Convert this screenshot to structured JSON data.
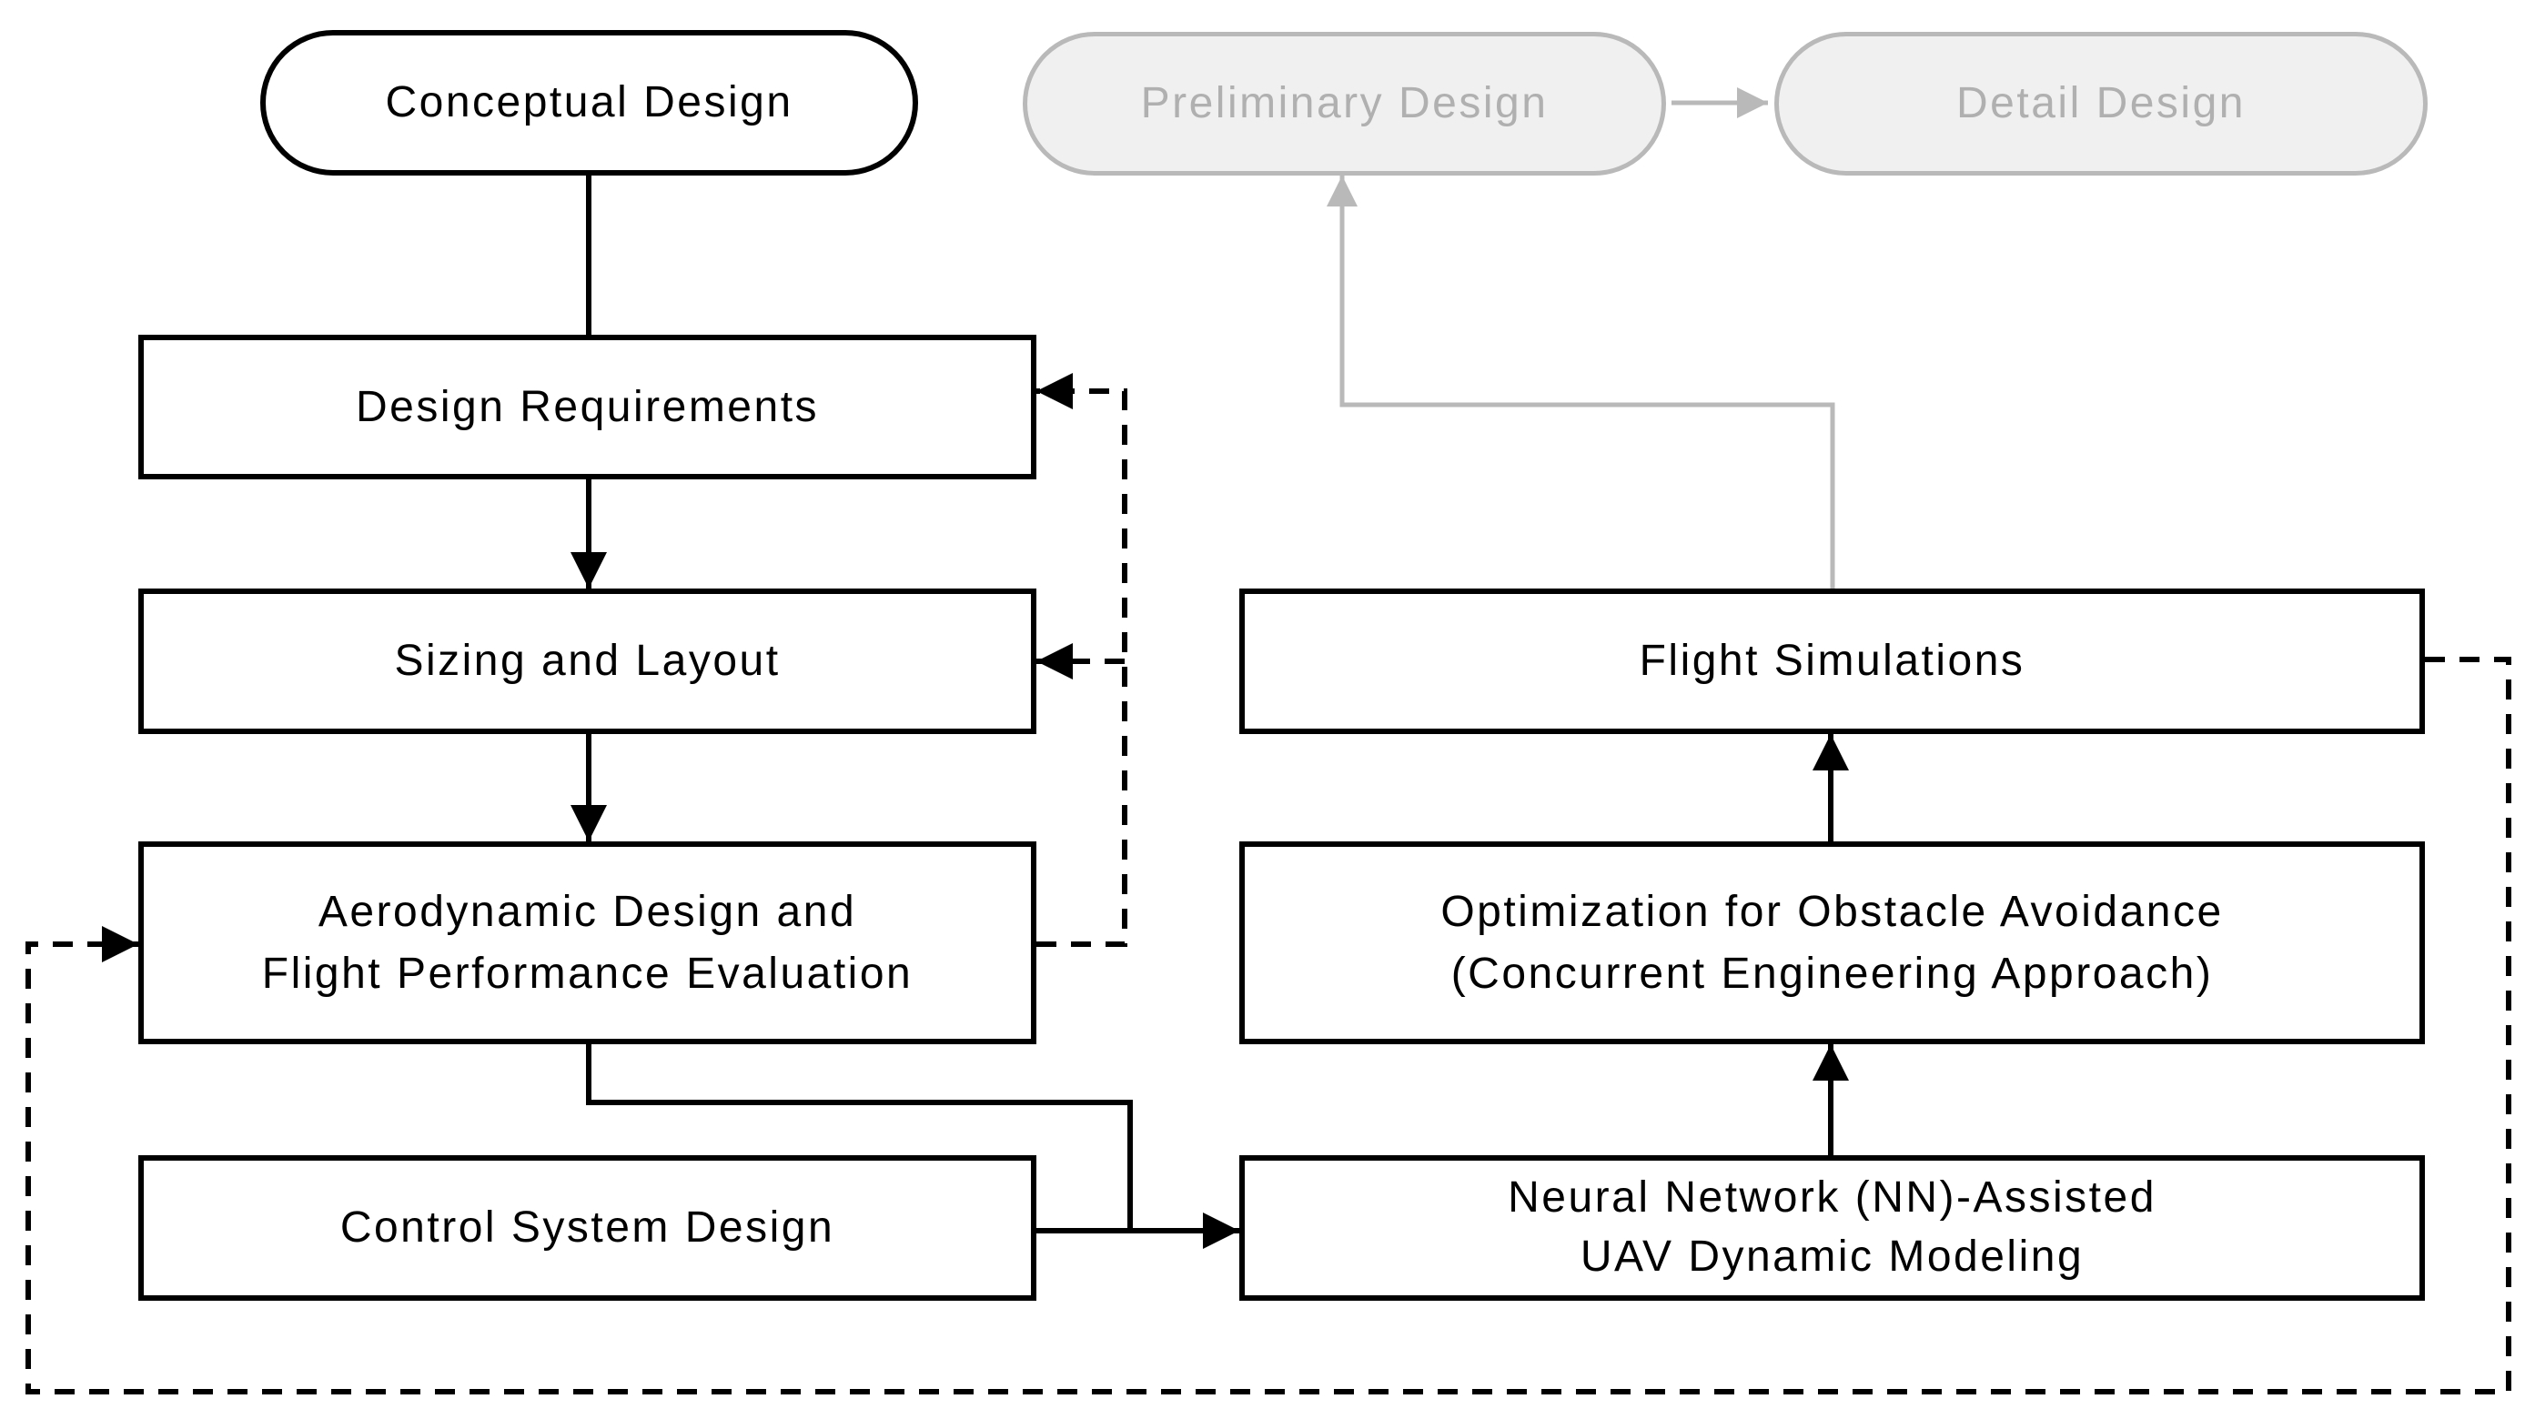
{
  "colors": {
    "line": "#000000",
    "node_fill": "#ffffff",
    "text": "#000000",
    "inactive_stroke": "#b9b9b9",
    "inactive_fill": "#f0f0f0",
    "inactive_text": "#b0b0b0",
    "background": "#ffffff"
  },
  "nodes": {
    "conceptual": {
      "label": "Conceptual Design"
    },
    "preliminary": {
      "label": "Preliminary Design"
    },
    "detail": {
      "label": "Detail Design"
    },
    "requirements": {
      "label": "Design Requirements"
    },
    "sizing": {
      "label": "Sizing and Layout"
    },
    "aero": {
      "line1": "Aerodynamic Design and",
      "line2": "Flight Performance Evaluation"
    },
    "control": {
      "label": "Control System Design"
    },
    "flight_sim": {
      "label": "Flight Simulations"
    },
    "optimization": {
      "line1": "Optimization for Obstacle Avoidance",
      "line2": "(Concurrent Engineering Approach)"
    },
    "nn_modeling": {
      "line1": "Neural Network (NN)-Assisted",
      "line2": "UAV Dynamic Modeling"
    }
  },
  "connections": [
    {
      "from": "Conceptual Design",
      "to": "Design Requirements",
      "style": "solid-line"
    },
    {
      "from": "Design Requirements",
      "to": "Sizing and Layout",
      "style": "solid-arrow"
    },
    {
      "from": "Sizing and Layout",
      "to": "Aerodynamic Design and Flight Performance Evaluation",
      "style": "solid-arrow"
    },
    {
      "from": "Aerodynamic Design and Flight Performance Evaluation",
      "to": "Neural Network (NN)-Assisted UAV Dynamic Modeling",
      "style": "solid-arrow"
    },
    {
      "from": "Control System Design",
      "to": "Neural Network (NN)-Assisted UAV Dynamic Modeling",
      "style": "solid-arrow"
    },
    {
      "from": "Neural Network (NN)-Assisted UAV Dynamic Modeling",
      "to": "Optimization for Obstacle Avoidance (Concurrent Engineering Approach)",
      "style": "solid-arrow"
    },
    {
      "from": "Optimization for Obstacle Avoidance (Concurrent Engineering Approach)",
      "to": "Flight Simulations",
      "style": "solid-arrow"
    },
    {
      "from": "Flight Simulations",
      "to": "Preliminary Design",
      "style": "gray-arrow"
    },
    {
      "from": "Preliminary Design",
      "to": "Detail Design",
      "style": "gray-arrow"
    },
    {
      "from": "Aerodynamic Design and Flight Performance Evaluation",
      "to": "Design Requirements",
      "style": "dashed-arrow"
    },
    {
      "from": "Aerodynamic Design and Flight Performance Evaluation",
      "to": "Sizing and Layout",
      "style": "dashed-arrow"
    },
    {
      "from": "Flight Simulations",
      "to": "Aerodynamic Design and Flight Performance Evaluation",
      "style": "dashed-arrow"
    }
  ]
}
